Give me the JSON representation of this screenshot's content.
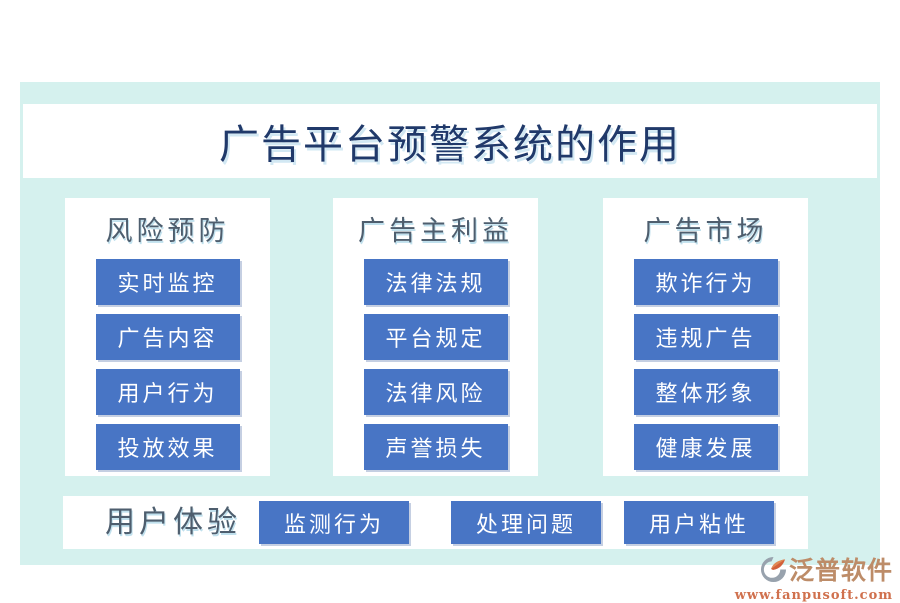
{
  "title": "广告平台预警系统的作用",
  "columns": [
    {
      "header": "风险预防",
      "items": [
        "实时监控",
        "广告内容",
        "用户行为",
        "投放效果"
      ]
    },
    {
      "header": "广告主利益",
      "items": [
        "法律法规",
        "平台规定",
        "法律风险",
        "声誉损失"
      ]
    },
    {
      "header": "广告市场",
      "items": [
        "欺诈行为",
        "违规广告",
        "整体形象",
        "健康发展"
      ]
    }
  ],
  "bottom_row": {
    "header": "用户体验",
    "items": [
      "监测行为",
      "处理问题",
      "用户粘性"
    ]
  },
  "logo": {
    "name": "泛普软件",
    "url": "www.fanpusoft.com",
    "icon": "fanpu-swoosh-leaf-icon"
  },
  "colors": {
    "panel_background": "#d5f1ee",
    "card_background": "#ffffff",
    "button_blue": "#4875c5",
    "button_text": "#ffffff",
    "title_text": "#20396a",
    "header_text": "#4e5e6e",
    "logo_name_text": "#bd8c68",
    "logo_url_text": "#d0714e"
  }
}
